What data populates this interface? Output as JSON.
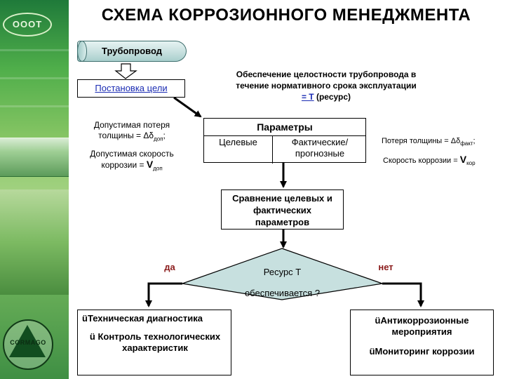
{
  "title": "СХЕМА КОРРОЗИОННОГО МЕНЕДЖМЕНТА",
  "logos": {
    "top": "ОООТ",
    "bottom": "CORMAGO"
  },
  "nodes": {
    "pipeline": "Трубопровод",
    "goal_setting": "Постановка цели",
    "objective": {
      "line1": "Обеспечение целостности трубопровода в",
      "line2": "течение нормативного срока эксплуатации",
      "line3_symbol": "= T",
      "line3_rest": "(ресурс)"
    },
    "allowed": {
      "loss_line1": "Допустимая потеря",
      "loss_line2_prefix": "толщины = Δδ",
      "loss_sub": "доп",
      "loss_suffix": ";",
      "rate_line1": "Допустимая скорость",
      "rate_line2_prefix": "коррозии = ",
      "rate_var": "V",
      "rate_sub": "доп"
    },
    "parameters": {
      "header": "Параметры",
      "target": "Целевые",
      "actual_line1": "Фактические/",
      "actual_line2": "прогнозные"
    },
    "actual": {
      "loss_prefix": "Потеря толщины = Δδ",
      "loss_sub": "факт",
      "loss_suffix": ";",
      "rate_prefix": "Скорость коррозии = ",
      "rate_var": "V",
      "rate_sub": "кор"
    },
    "compare": {
      "line1": "Сравнение целевых и",
      "line2": "фактических",
      "line3": "параметров"
    },
    "decision": {
      "line1": "Ресурс Т",
      "line2": "обеспечивается ?",
      "yes": "да",
      "no": "нет"
    },
    "yes_actions": {
      "item1": "üТехническая диагностика",
      "item2_line1": "ü Контроль технологических",
      "item2_line2": "характеристик"
    },
    "no_actions": {
      "item1_line1": "üАнтикоррозионные",
      "item1_line2": "мероприятия",
      "item2": "üМониторинг коррозии"
    }
  },
  "colors": {
    "goal_text": "#1a2bb3",
    "yes_label": "#8a1a1a",
    "no_label": "#8a1a1a",
    "decision_fill": "#c7e0df",
    "pipeline_fill": "#c7e0df"
  }
}
